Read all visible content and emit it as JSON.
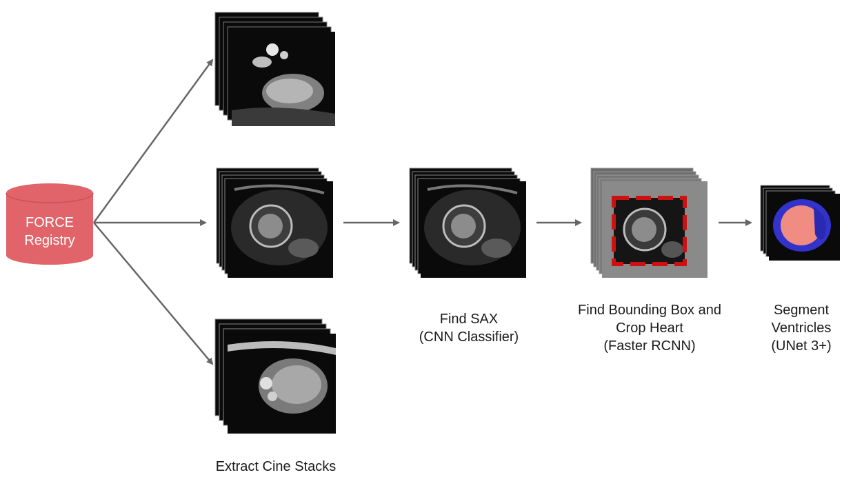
{
  "registry": {
    "line1": "FORCE",
    "line2": "Registry",
    "color": "#e06469"
  },
  "labels": {
    "extract": "Extract Cine Stacks",
    "find_sax": [
      "Find SAX",
      "(CNN Classifier)"
    ],
    "bbox": [
      "Find Bounding Box and",
      "Crop Heart",
      "(Faster RCNN)"
    ],
    "segment": [
      "Segment",
      "Ventricles",
      "(UNet 3+)"
    ]
  },
  "colors": {
    "arrow": "#666666",
    "bbox_dash": "#cc1111",
    "seg_lv": "#f08c82",
    "seg_rv": "#3c3cd2"
  }
}
